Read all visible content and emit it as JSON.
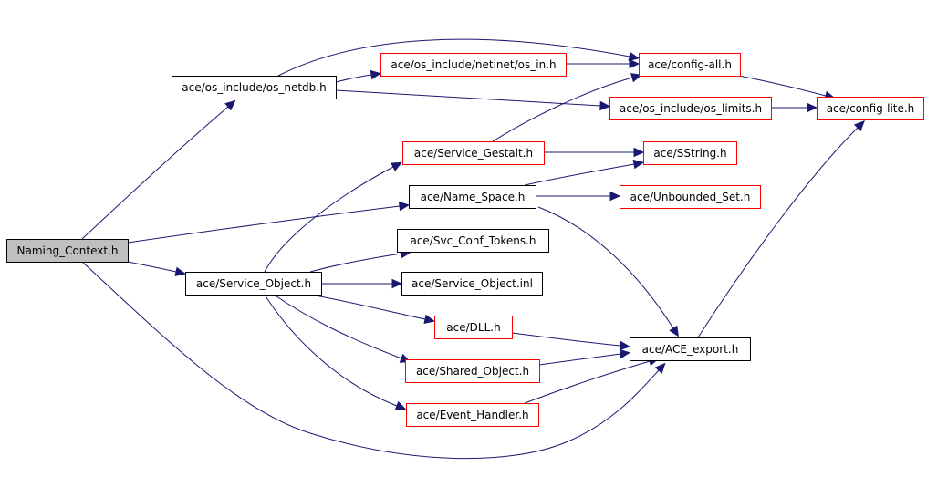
{
  "title": "Naming_Context.h include dependency graph",
  "colors": {
    "edge": "#191970",
    "root_fill": "#bfbfbf",
    "documented_border": "#000000",
    "undocumented_border": "#ff0000"
  },
  "nodes": [
    {
      "id": "naming_context",
      "label": "Naming_Context.h",
      "kind": "root"
    },
    {
      "id": "os_netdb",
      "label": "ace/os_include/os_netdb.h",
      "kind": "documented"
    },
    {
      "id": "os_in",
      "label": "ace/os_include/netinet/os_in.h",
      "kind": "undocumented"
    },
    {
      "id": "config_all",
      "label": "ace/config-all.h",
      "kind": "undocumented"
    },
    {
      "id": "os_limits",
      "label": "ace/os_include/os_limits.h",
      "kind": "undocumented"
    },
    {
      "id": "config_lite",
      "label": "ace/config-lite.h",
      "kind": "undocumented"
    },
    {
      "id": "service_gestalt",
      "label": "ace/Service_Gestalt.h",
      "kind": "undocumented"
    },
    {
      "id": "sstring",
      "label": "ace/SString.h",
      "kind": "undocumented"
    },
    {
      "id": "name_space",
      "label": "ace/Name_Space.h",
      "kind": "documented"
    },
    {
      "id": "unbounded_set",
      "label": "ace/Unbounded_Set.h",
      "kind": "undocumented"
    },
    {
      "id": "svc_conf_tokens",
      "label": "ace/Svc_Conf_Tokens.h",
      "kind": "documented"
    },
    {
      "id": "service_object",
      "label": "ace/Service_Object.h",
      "kind": "documented"
    },
    {
      "id": "service_object_inl",
      "label": "ace/Service_Object.inl",
      "kind": "documented"
    },
    {
      "id": "dll",
      "label": "ace/DLL.h",
      "kind": "undocumented"
    },
    {
      "id": "ace_export",
      "label": "ace/ACE_export.h",
      "kind": "documented"
    },
    {
      "id": "shared_object",
      "label": "ace/Shared_Object.h",
      "kind": "undocumented"
    },
    {
      "id": "event_handler",
      "label": "ace/Event_Handler.h",
      "kind": "undocumented"
    }
  ],
  "edges": [
    {
      "from": "naming_context",
      "to": "os_netdb"
    },
    {
      "from": "naming_context",
      "to": "name_space"
    },
    {
      "from": "naming_context",
      "to": "service_object"
    },
    {
      "from": "naming_context",
      "to": "ace_export"
    },
    {
      "from": "os_netdb",
      "to": "config_all"
    },
    {
      "from": "os_netdb",
      "to": "os_in"
    },
    {
      "from": "os_netdb",
      "to": "os_limits"
    },
    {
      "from": "os_in",
      "to": "config_all"
    },
    {
      "from": "config_all",
      "to": "config_lite"
    },
    {
      "from": "os_limits",
      "to": "config_lite"
    },
    {
      "from": "service_gestalt",
      "to": "config_all"
    },
    {
      "from": "service_gestalt",
      "to": "sstring"
    },
    {
      "from": "name_space",
      "to": "sstring"
    },
    {
      "from": "name_space",
      "to": "unbounded_set"
    },
    {
      "from": "name_space",
      "to": "ace_export"
    },
    {
      "from": "service_object",
      "to": "service_gestalt"
    },
    {
      "from": "service_object",
      "to": "svc_conf_tokens"
    },
    {
      "from": "service_object",
      "to": "service_object_inl"
    },
    {
      "from": "service_object",
      "to": "dll"
    },
    {
      "from": "service_object",
      "to": "shared_object"
    },
    {
      "from": "service_object",
      "to": "event_handler"
    },
    {
      "from": "dll",
      "to": "ace_export"
    },
    {
      "from": "shared_object",
      "to": "ace_export"
    },
    {
      "from": "event_handler",
      "to": "ace_export"
    },
    {
      "from": "ace_export",
      "to": "config_lite"
    }
  ]
}
